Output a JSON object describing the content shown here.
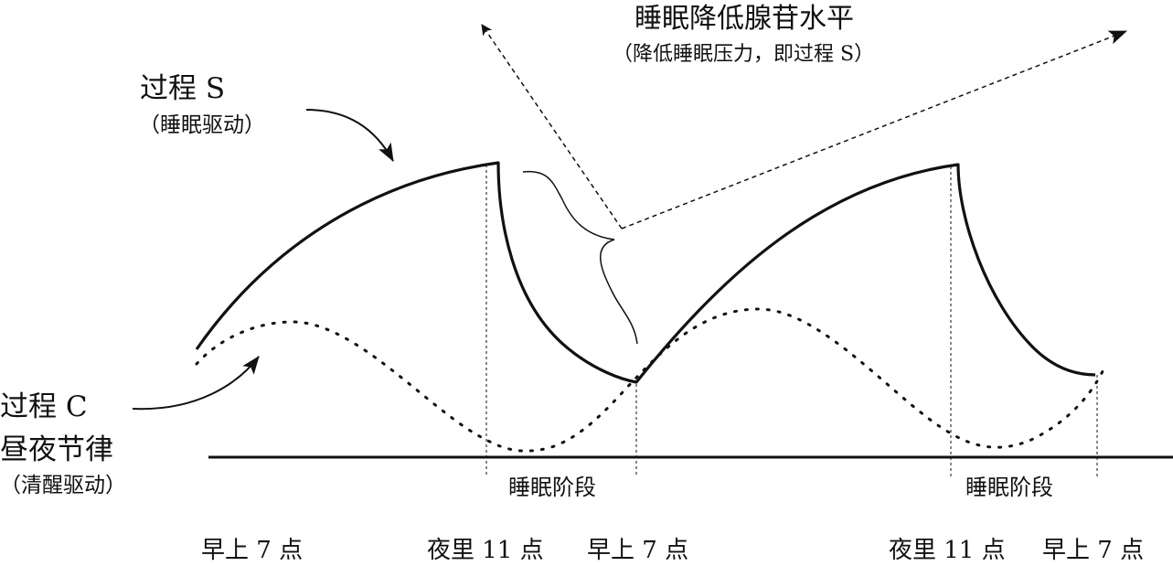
{
  "colors": {
    "ink": "#111111",
    "background": "#ffffff"
  },
  "labels": {
    "process_s_title": "过程 S",
    "process_s_sub": "（睡眠驱动）",
    "process_c_title": "过程 C",
    "process_c_line2": "昼夜节律",
    "process_c_sub": "（清醒驱动）",
    "adenosine_title": "睡眠降低腺苷水平",
    "adenosine_sub": "（降低睡眠压力，即过程 S）",
    "sleep_phase_1": "睡眠阶段",
    "sleep_phase_2": "睡眠阶段"
  },
  "time_axis": [
    "早上 7 点",
    "夜里 11 点",
    "早上 7 点",
    "夜里 11 点",
    "早上 7 点"
  ]
}
